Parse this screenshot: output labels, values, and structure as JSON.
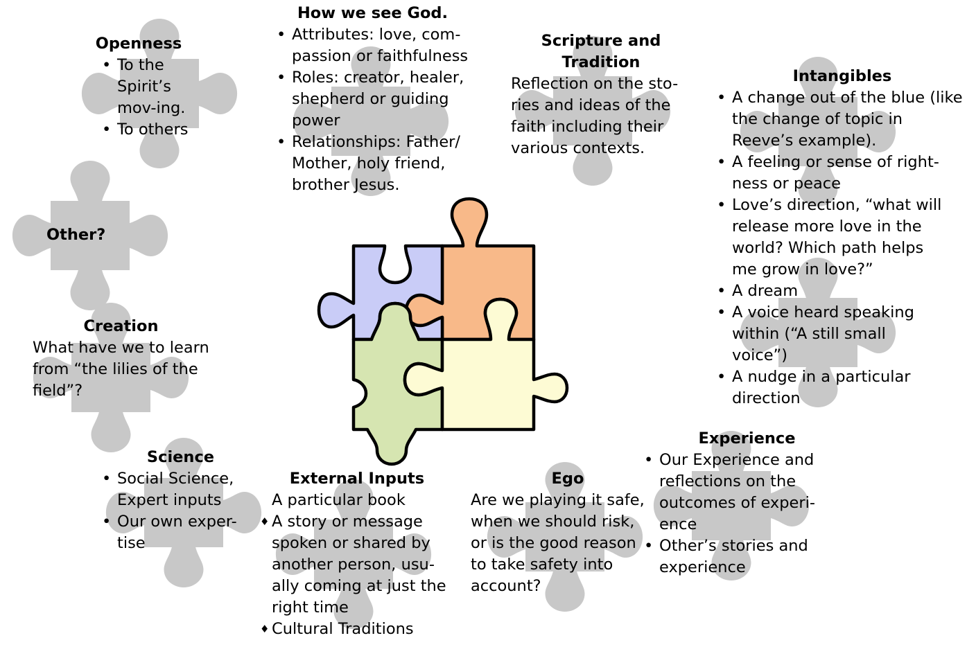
{
  "openness": {
    "title": "Openness",
    "items": [
      "To the Spirit’s mov-ing.",
      "To others"
    ]
  },
  "god": {
    "title": "How we see God.",
    "items": [
      "Attributes: love, com-passion or faithfulness",
      "Roles: creator, healer, shepherd or guiding power",
      "Relationships: Father/ Mother, holy friend, brother Jesus."
    ]
  },
  "scripture": {
    "title_line1": "Scripture and",
    "title_line2": "Tradition",
    "text": "Reflection on the sto-ries and ideas of the faith including their various contexts."
  },
  "intangibles": {
    "title": "Intangibles",
    "items": [
      "A change out of the blue (like the change of topic in Reeve’s example).",
      "A feeling or sense of right-ness or peace",
      "Love’s direction, “what will release more love in the world? Which path helps me grow in love?”",
      "A dream",
      "A voice heard speaking within (“A still small voice”)",
      "A nudge in a particular direction"
    ]
  },
  "other": {
    "title": "Other?"
  },
  "creation": {
    "title": "Creation",
    "text": "What have we to learn from “the lilies of the field”?"
  },
  "science": {
    "title": "Science",
    "items": [
      "Social Science, Expert inputs",
      "Our own exper-tise"
    ]
  },
  "external": {
    "title": "External Inputs",
    "first": "A particular book",
    "items": [
      "A story or message spoken or shared by another person, usu-ally coming at just the right time",
      "Cultural Traditions"
    ]
  },
  "ego": {
    "title": "Ego",
    "text": "Are we playing it safe, when we should risk, or is the good reason to take safety into account?"
  },
  "experience": {
    "title": "Experience",
    "items": [
      "Our Experience and reflections on the outcomes of experi-ence",
      "Other’s stories and experience"
    ]
  },
  "colors": {
    "puzzle_bg": "#c8c8c8",
    "purple": "#c9ccf7",
    "orange": "#f8b989",
    "green": "#d6e5b1",
    "yellow": "#fdfbd4"
  }
}
